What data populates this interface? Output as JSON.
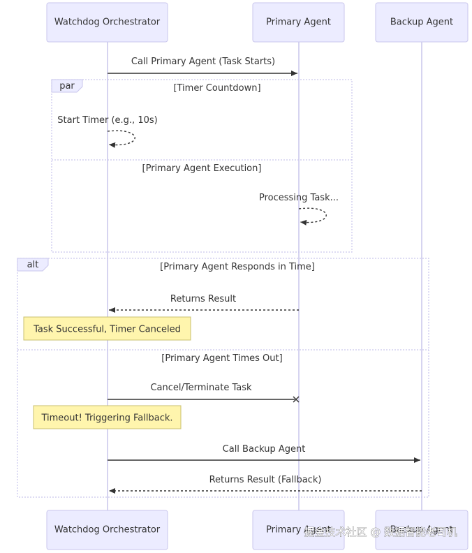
{
  "actors": {
    "watchdog": "Watchdog Orchestrator",
    "primary": "Primary Agent",
    "backup": "Backup Agent"
  },
  "messages": {
    "call_primary": "Call Primary Agent (Task Starts)",
    "start_timer": "Start Timer (e.g., 10s)",
    "processing": "Processing Task...",
    "returns_result": "Returns Result",
    "cancel_task": "Cancel/Terminate Task",
    "call_backup": "Call Backup Agent",
    "returns_fallback": "Returns Result (Fallback)"
  },
  "frames": {
    "par": {
      "tag": "par",
      "section1": "[Timer Countdown]",
      "section2": "[Primary Agent Execution]"
    },
    "alt": {
      "tag": "alt",
      "section1": "[Primary Agent Responds in Time]",
      "section2": "[Primary Agent Times Out]"
    }
  },
  "notes": {
    "success": "Task Successful, Timer Canceled",
    "timeout": "Timeout! Triggering Fallback."
  },
  "watermark": "掘金技术社区 @ 数据智能老司机",
  "colors": {
    "actor_fill": "#ececff",
    "actor_border": "#c9c6ec",
    "note_fill": "#fff5ad",
    "line": "#333333"
  }
}
